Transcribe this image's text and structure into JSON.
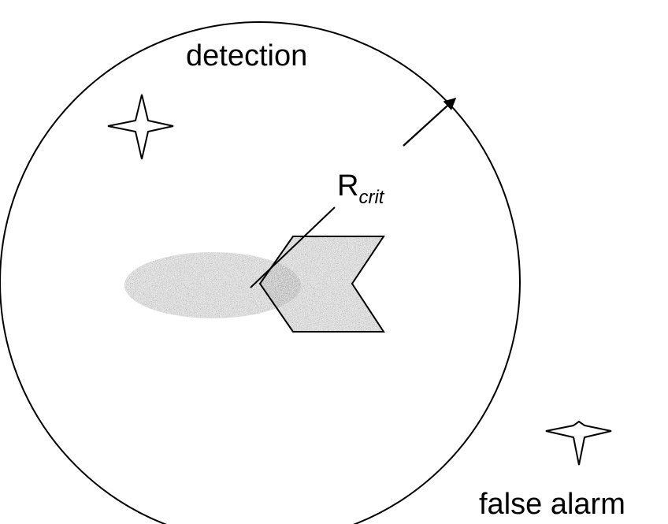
{
  "labels": {
    "detection": "detection",
    "radius_main": "R",
    "radius_sub": "crit",
    "false_alarm": "false alarm"
  },
  "colors": {
    "ink": "#000000",
    "background": "#ffffff",
    "target_fill": "#8a8a8a"
  },
  "icons": {
    "detection_marker": "four-point-star-icon",
    "false_alarm_marker": "four-point-star-icon",
    "target": "missile-shape",
    "radius_arrow": "arrow-icon"
  }
}
